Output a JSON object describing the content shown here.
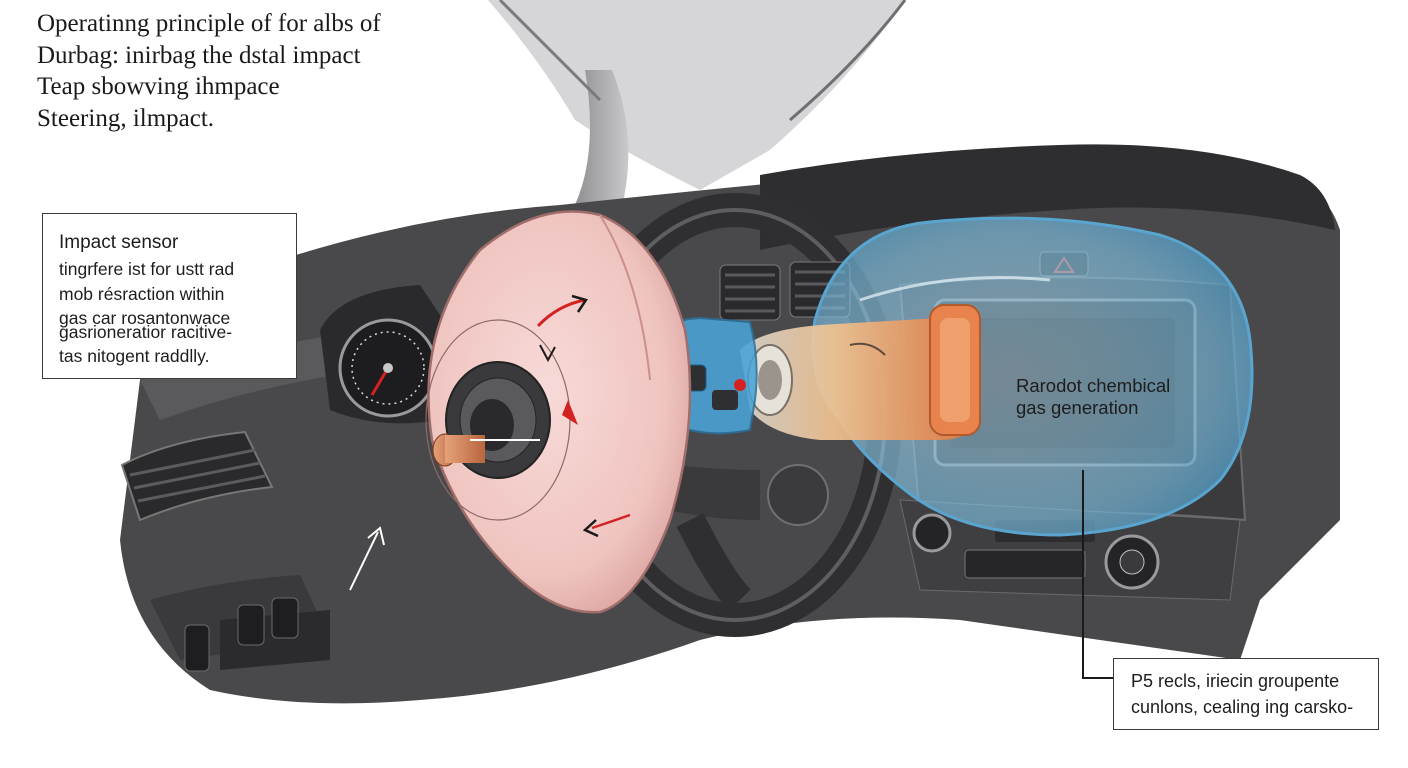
{
  "title": {
    "lines": [
      "Operatinng principle  of for albs of",
      "Durbag:  inirbag the dstal impact",
      "Teap sbowving ihmpace",
      "Steering, ilmpact."
    ]
  },
  "impact_sensor_box": {
    "heading": "Impact sensor",
    "lines": [
      "tingrfere ist for ustt rad",
      "mob résraction within",
      "gas car rosantonwace",
      "gasrioneratior racitive-",
      "tas nitogent raddlly."
    ]
  },
  "gas_label": {
    "lines": [
      "Rarodot chembical",
      "gas generation"
    ]
  },
  "bottom_box": {
    "lines": [
      "P5 recls, iriecin groupente",
      "cunlons, cealing ing carsko-"
    ]
  },
  "colors": {
    "deflating_airbag": "#f2c9c6",
    "inflating_airbag": "#8fc8e6",
    "inflator_gas": "#e8955a",
    "arrow_red": "#d42222",
    "dashboard": "#454547",
    "steering_wheel": "#2f2f31"
  },
  "icons": [
    "hazard-warning-icon"
  ]
}
